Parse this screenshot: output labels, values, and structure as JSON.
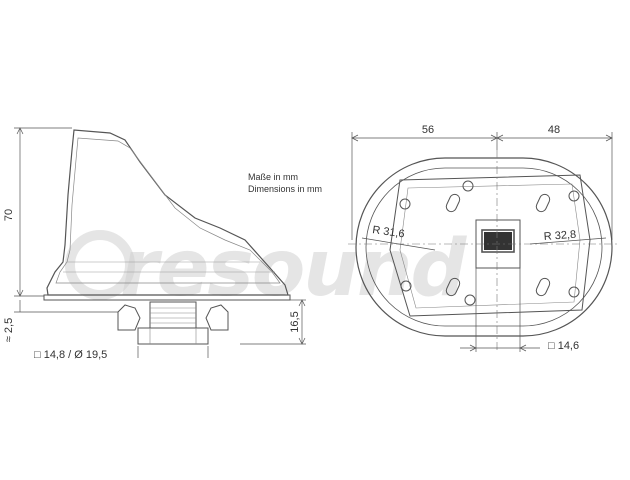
{
  "notes": {
    "line1": "Maße in mm",
    "line2": "Dimensions in mm"
  },
  "dimensions": {
    "height": "70",
    "base_height": "16,5",
    "gap": "≈ 2,5",
    "thread": "□ 14,8 / Ø 19,5",
    "width_left": "56",
    "width_right": "48",
    "radius_left": "R 31,6",
    "radius_right": "R 32,8",
    "square": "□ 14,6"
  },
  "watermark": {
    "text": "resound"
  },
  "colors": {
    "line": "#555555",
    "dim": "#444444",
    "watermark": "#cfcfcf"
  }
}
